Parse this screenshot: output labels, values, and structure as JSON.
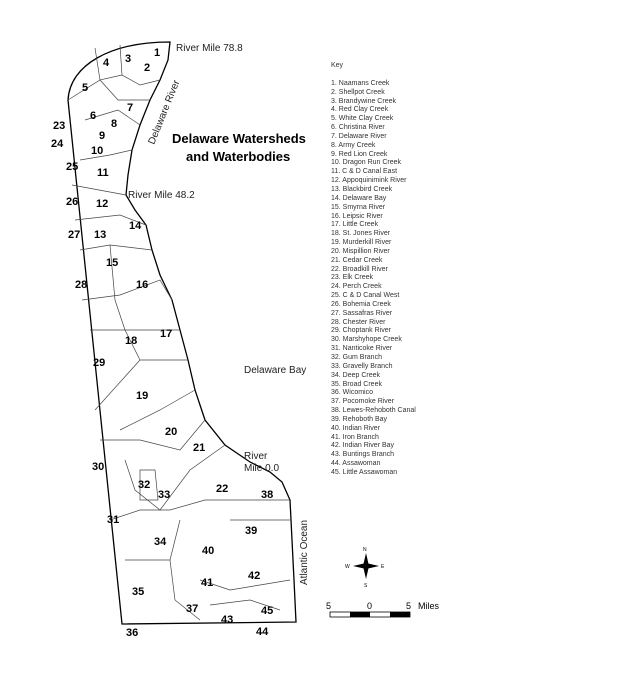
{
  "map": {
    "title_line1": "Delaware Watersheds",
    "title_line2": "and Waterbodies",
    "labels": {
      "river_mile_top": "River Mile 78.8",
      "delaware_river": "Delaware River",
      "river_mile_mid": "River Mile 48.2",
      "delaware_bay": "Delaware Bay",
      "river_mile_bottom_1": "River",
      "river_mile_bottom_2": "Mile 0.0",
      "atlantic_ocean": "Atlantic Ocean"
    },
    "numbers": [
      "1",
      "2",
      "3",
      "4",
      "5",
      "6",
      "7",
      "8",
      "9",
      "10",
      "11",
      "12",
      "13",
      "14",
      "15",
      "16",
      "17",
      "18",
      "19",
      "20",
      "21",
      "22",
      "23",
      "24",
      "25",
      "26",
      "27",
      "28",
      "29",
      "30",
      "31",
      "32",
      "33",
      "34",
      "35",
      "36",
      "37",
      "38",
      "39",
      "40",
      "41",
      "42",
      "43",
      "44",
      "45"
    ],
    "compass": {
      "n": "N",
      "s": "S",
      "e": "E",
      "w": "W"
    },
    "scale": {
      "left": "5",
      "mid": "0",
      "right": "5",
      "unit": "Miles"
    }
  },
  "key": {
    "title": "Key",
    "items": [
      "1.  Naamans Creek",
      "2.  Shellpot Creek",
      "3.  Brandywine Creek",
      "4.  Red Clay Creek",
      "5.  White Clay Creek",
      "6.  Christina River",
      "7.  Delaware River",
      "8.  Army Creek",
      "9.  Red Lion Creek",
      "10. Dragon Run Creek",
      "11. C & D Canal East",
      "12. Appoquinimink River",
      "13. Blackbird Creek",
      "14. Delaware Bay",
      "15. Smyrna River",
      "16. Leipsic River",
      "17. Little Creek",
      "18. St. Jones River",
      "19. Murderkill River",
      "20. Mispillion River",
      "21. Cedar Creek",
      "22. Broadkill River",
      "23. Elk Creek",
      "24. Perch Creek",
      "25. C & D Canal West",
      "26. Bohemia Creek",
      "27. Sassafras River",
      "28. Chester River",
      "29. Choptank River",
      "30. Marshyhope Creek",
      "31. Nanticoke River",
      "32. Gum Branch",
      "33. Gravelly Branch",
      "34. Deep Creek",
      "35. Broad Creek",
      "36. Wicomico",
      "37. Pocomoke River",
      "38. Lewes-Rehoboth Canal",
      "39. Rehoboth Bay",
      "40. Indian River",
      "41. Iron Branch",
      "42. Indian River Bay",
      "43. Buntings Branch",
      "44. Assawoman",
      "45. Little Assawoman"
    ]
  }
}
